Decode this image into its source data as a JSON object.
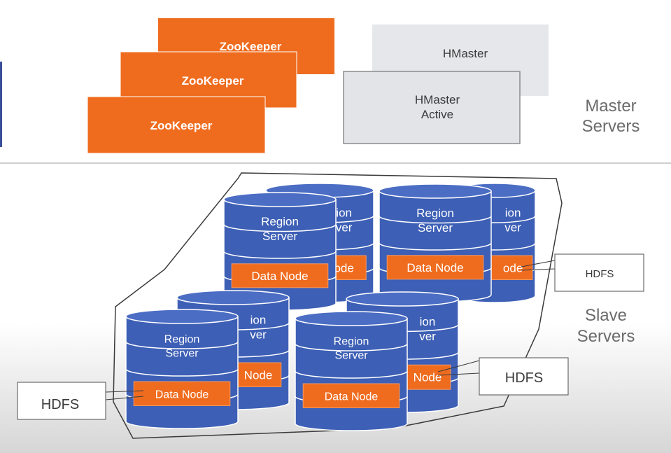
{
  "master": {
    "zookeepers": [
      "ZooKeeper",
      "ZooKeeper",
      "ZooKeeper"
    ],
    "hmaster_standby": "HMaster",
    "hmaster_active_line1": "HMaster",
    "hmaster_active_line2": "Active",
    "section_line1": "Master",
    "section_line2": "Servers"
  },
  "slave": {
    "section_line1": "Slave",
    "section_line2": "Servers",
    "region_line1": "Region",
    "region_line2": "Server",
    "datanode_label": "Data Node",
    "hdfs_label": "HDFS",
    "partial_region1": "ion",
    "partial_region2": "ver",
    "partial_datanode": "ode",
    "partial_datanode2": "Node"
  },
  "colors": {
    "zookeeper": "#ef6c1f",
    "hmaster": "#e3e4e8",
    "cylinder": "#3d5fb5",
    "cylinder_top": "#4b6dc4",
    "datanode": "#ef6c1f",
    "frame": "#3a3a3a"
  }
}
